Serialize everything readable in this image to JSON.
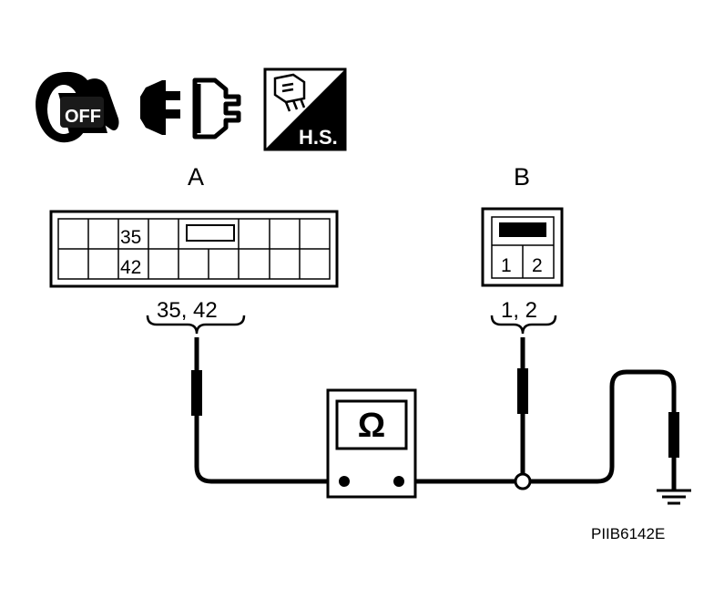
{
  "icons": {
    "ignition": {
      "label": "OFF"
    },
    "connector_disconnect": {},
    "harness_side": {
      "label": "H.S."
    }
  },
  "connector_a": {
    "title": "A",
    "pins": [
      "35",
      "42"
    ],
    "brace_label": "35, 42"
  },
  "connector_b": {
    "title": "B",
    "pins": [
      "1",
      "2"
    ],
    "brace_label": "1, 2"
  },
  "meter": {
    "symbol": "Ω"
  },
  "figure_code": "PIIB6142E"
}
